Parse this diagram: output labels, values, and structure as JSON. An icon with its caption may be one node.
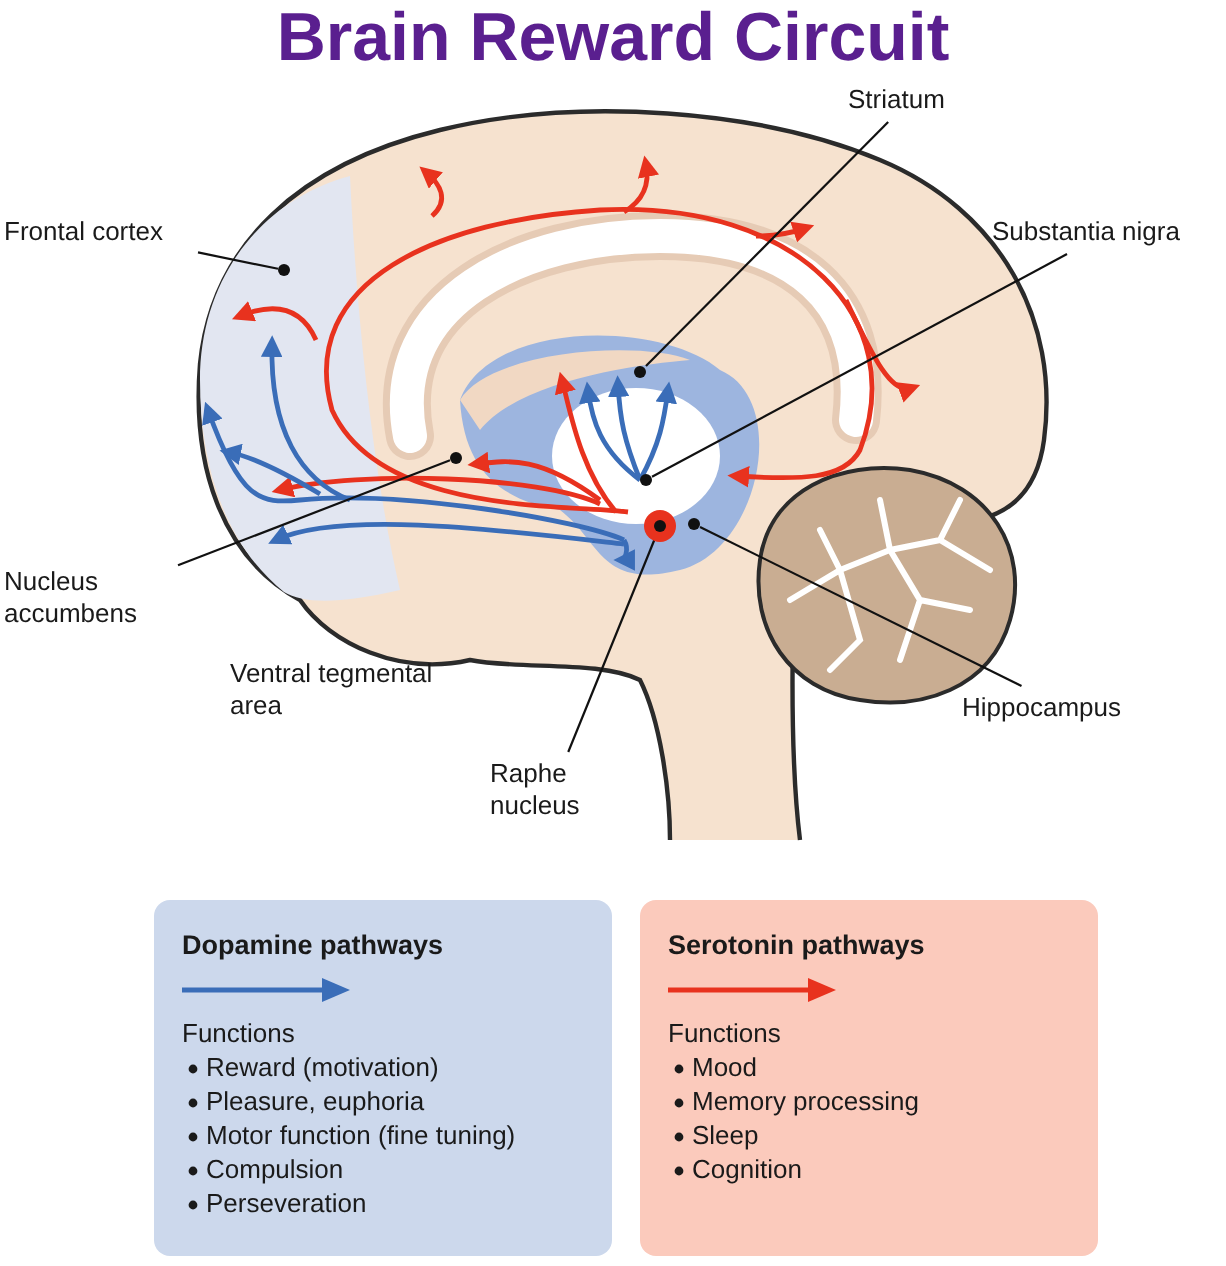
{
  "diagram": {
    "title": "Brain Reward Circuit",
    "nodes": [
      {
        "text": [
          "Frontal cortex"
        ]
      },
      {
        "text": [
          "Striatum"
        ]
      },
      {
        "text": [
          "Substantia nigra"
        ]
      },
      {
        "text": [
          "Nucleus accumbens"
        ]
      },
      {
        "text": [
          "Hippocampus"
        ]
      },
      {
        "text": [
          "Raphe nucleus"
        ]
      },
      {
        "text": [
          "Dopamine pathways",
          "Functions",
          "Reward (motivation)",
          "Pleasure, euphoria",
          "Motor function (fine tuning)",
          "Compulsion",
          "Perseveration"
        ]
      },
      {
        "text": [
          "Serotonin pathways",
          "Functions",
          "Mood",
          "Memory processing",
          "Sleep",
          "Cognition"
        ]
      },
      {
        "text": [],
        "shape": "circle"
      },
      {
        "text": [],
        "shape": "circle"
      },
      {
        "text": [],
        "shape": "circle"
      },
      {
        "text": [],
        "shape": "circle"
      },
      {
        "text": [],
        "shape": "circle"
      },
      {
        "text": [],
        "shape": "circle",
        "in": 8
      },
      {
        "text": [],
        "shape": "circle"
      }
    ],
    "edges": [
      {
        "from": 0,
        "to": 9,
        "arrow": "none"
      },
      {
        "from": 1,
        "to": 11,
        "arrow": "none"
      },
      {
        "from": 2,
        "to": 12,
        "arrow": "none"
      },
      {
        "from": 3,
        "to": 10,
        "arrow": "none"
      },
      {
        "from": 4,
        "to": 14,
        "arrow": "none"
      },
      {
        "from": 5,
        "to": 13,
        "arrow": "none"
      }
    ],
    "labels": [
      "Ventral tegmental area"
    ]
  }
}
